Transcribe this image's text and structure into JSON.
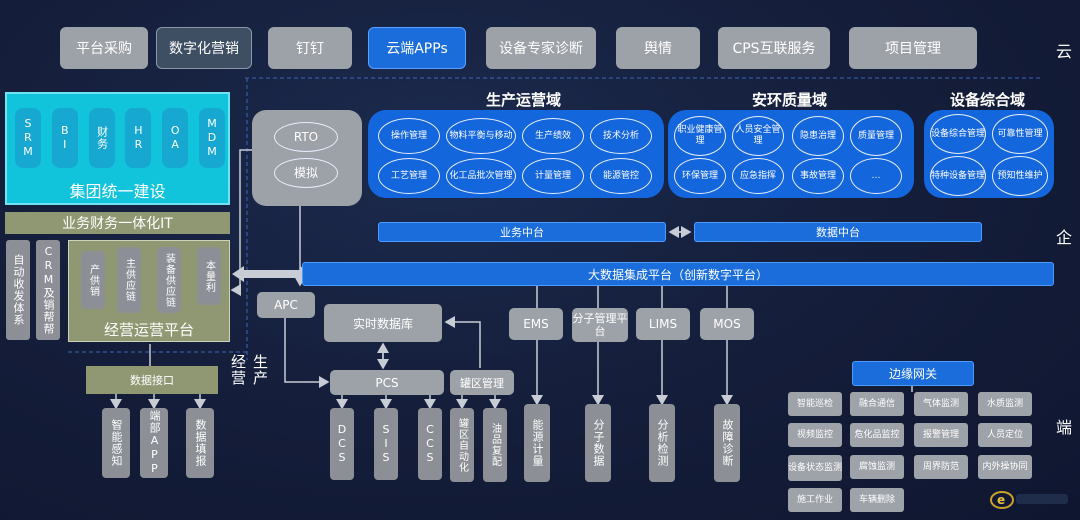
{
  "top_bar": {
    "items": [
      "平台采购",
      "数字化营销",
      "钉钉",
      "云端APPs",
      "设备专家诊断",
      "舆情",
      "CPS互联服务",
      "项目管理"
    ],
    "active_item": "云端APPs"
  },
  "side_labels": {
    "cloud": "云",
    "enterprise": "企",
    "edge": "端"
  },
  "group": {
    "modules": [
      "SRM",
      "BI",
      "财务",
      "HR",
      "OA",
      "MDM"
    ],
    "title": "集团统一建设",
    "it_bar": "业务财务一体化IT"
  },
  "biz_left": [
    "自动收发体系",
    "CRM及销帮帮"
  ],
  "ops_platform": {
    "modules": [
      "产供销",
      "主供应链",
      "装备供应链",
      "本量利"
    ],
    "title": "经营运营平台"
  },
  "layers": {
    "operations": "经营",
    "production": "生产"
  },
  "rto_box": {
    "rto": "RTO",
    "sim": "模拟"
  },
  "domains": {
    "production": {
      "title": "生产运营域",
      "items": [
        "操作管理",
        "物料平衡与移动",
        "生产绩效",
        "技术分析",
        "工艺管理",
        "化工品批次管理",
        "计量管理",
        "能源管控"
      ]
    },
    "hse": {
      "title": "安环质量域",
      "items": [
        "职业健康管理",
        "人员安全管理",
        "隐患治理",
        "质量管理",
        "环保管理",
        "应急指挥",
        "事故管理",
        "…"
      ]
    },
    "equipment": {
      "title": "设备综合域",
      "items": [
        "设备综合管理",
        "可靠性管理",
        "特种设备管理",
        "预知性维护"
      ]
    }
  },
  "middle": {
    "biz": "业务中台",
    "data": "数据中台",
    "bigdata": "大数据集成平台（创新数字平台）"
  },
  "enterprise_boxes": {
    "apc": "APC",
    "realtime": "实时数据库",
    "ems": "EMS",
    "molecule_platform": "分子管理平台",
    "lims": "LIMS",
    "mos": "MOS",
    "pcs": "PCS",
    "tank_mgmt": "罐区管理",
    "data_interface": "数据接口"
  },
  "bottom_columns": {
    "interface": [
      "智能感知",
      "端部APP",
      "数据填报"
    ],
    "control": [
      "DCS",
      "SIS",
      "CCS"
    ],
    "tank": [
      "罐区自动化",
      "油品复配"
    ],
    "single": [
      "能源计量",
      "分子数据",
      "分析检测",
      "故障诊断"
    ]
  },
  "edge_gateway": {
    "title": "边缘网关",
    "items": [
      "智能巡检",
      "融合通信",
      "气体监测",
      "水质监测",
      "视频监控",
      "危化品监控",
      "报警管理",
      "人员定位",
      "设备状态监测",
      "腐蚀监测",
      "周界防范",
      "内外操协同",
      "施工作业",
      "车辆删除"
    ]
  },
  "colors": {
    "background": "#121a33",
    "primary_blue": "#1466dd",
    "cyan": "#12c3dc",
    "olive": "#8f9872",
    "gray": "#9da1a8"
  }
}
